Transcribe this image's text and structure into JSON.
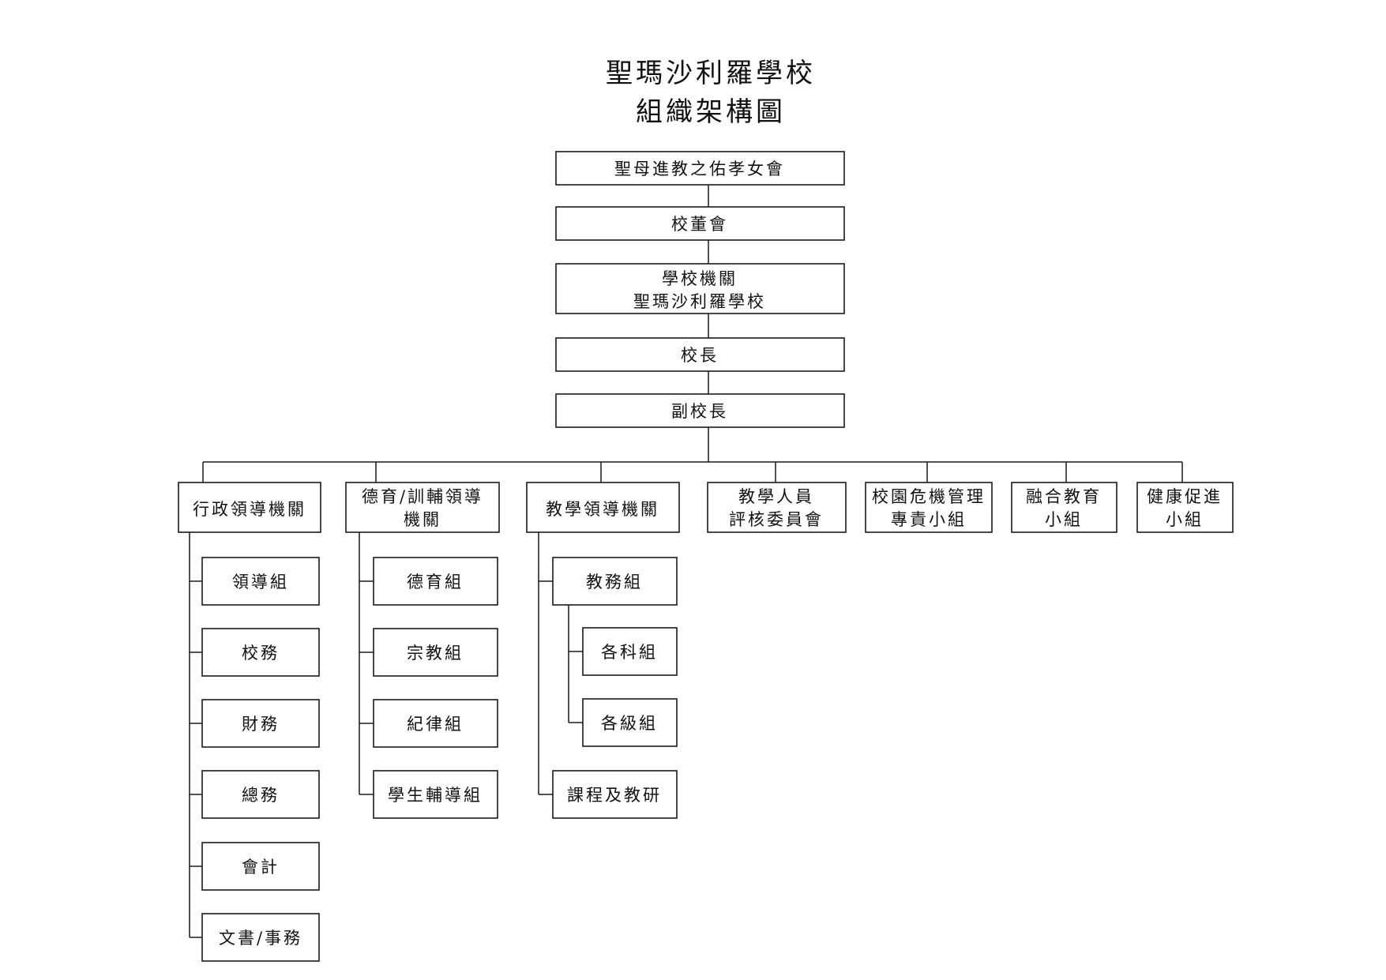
{
  "title": {
    "line1": "聖瑪沙利羅學校",
    "line2": "組織架構圖"
  },
  "hierarchy": {
    "sponsor": "聖母進教之佑孝女會",
    "board": "校董會",
    "school_body": [
      "學校機關",
      "聖瑪沙利羅學校"
    ],
    "principal": "校長",
    "vice_principal": "副校長"
  },
  "departments": {
    "admin": {
      "label": "行政領導機關",
      "children": [
        "領導組",
        "校務",
        "財務",
        "總務",
        "會計",
        "文書/事務"
      ]
    },
    "moral": {
      "label": [
        "德育/訓輔領導",
        "機關"
      ],
      "children": [
        "德育組",
        "宗教組",
        "紀律組",
        "學生輔導組"
      ]
    },
    "teaching": {
      "label": "教學領導機關",
      "children": [
        "教務組",
        "課程及教研"
      ],
      "sub_of_first": [
        "各科組",
        "各級組"
      ]
    },
    "appraisal": {
      "label": [
        "教學人員",
        "評核委員會"
      ]
    },
    "crisis": {
      "label": [
        "校園危機管理",
        "專責小組"
      ]
    },
    "inclusive": {
      "label": [
        "融合教育",
        "小組"
      ]
    },
    "health": {
      "label": [
        "健康促進",
        "小組"
      ]
    }
  }
}
